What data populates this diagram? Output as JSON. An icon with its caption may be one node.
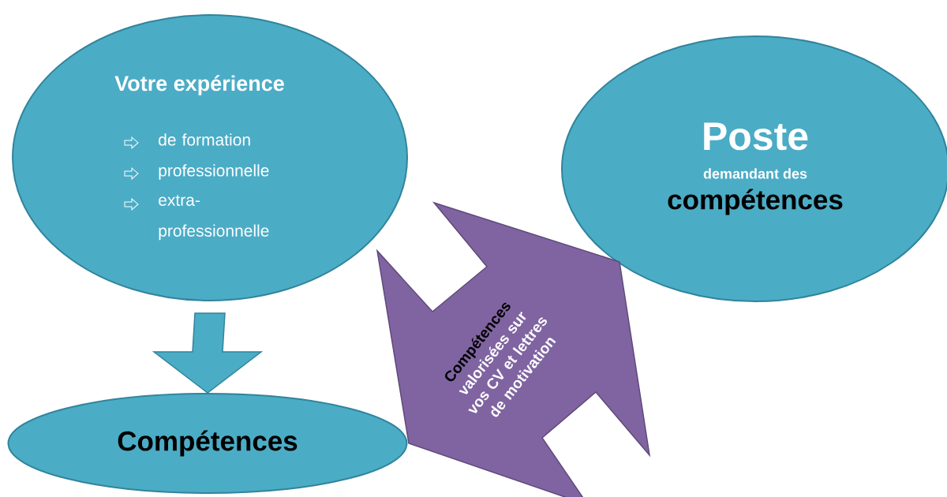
{
  "diagram": {
    "nodes": [
      {
        "text": [
          "Votre expérience",
          "de formation",
          "professionnelle",
          "extra-professionnelle"
        ]
      },
      {
        "text": [
          "Compétences"
        ]
      },
      {
        "text": [
          "Poste",
          "demandant des",
          "compétences"
        ]
      },
      {
        "text": [
          "Compétences",
          "valorisées sur vos CV et lettres de motivation"
        ]
      }
    ],
    "edges": [
      {
        "from": 0,
        "to": 1,
        "arrow": "to"
      }
    ]
  }
}
